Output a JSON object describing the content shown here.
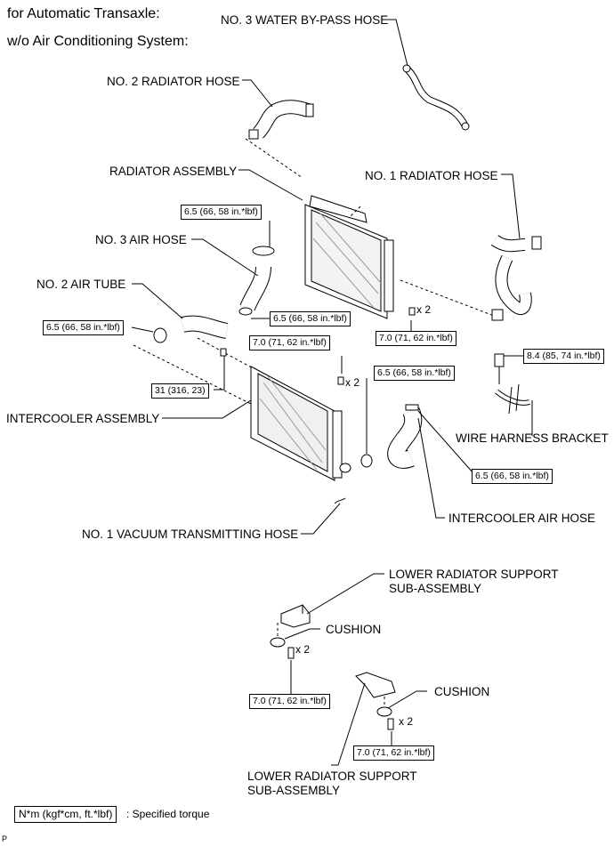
{
  "header": {
    "line1": "for Automatic Transaxle:",
    "line2": "w/o Air Conditioning System:"
  },
  "labels": {
    "no3_water_bypass_hose": "NO. 3 WATER BY-PASS HOSE",
    "no2_radiator_hose": "NO. 2 RADIATOR HOSE",
    "radiator_assembly": "RADIATOR ASSEMBLY",
    "no1_radiator_hose": "NO. 1 RADIATOR HOSE",
    "no3_air_hose": "NO. 3 AIR HOSE",
    "no2_air_tube": "NO. 2 AIR TUBE",
    "intercooler_assembly": "INTERCOOLER ASSEMBLY",
    "wire_harness_bracket": "WIRE HARNESS BRACKET",
    "intercooler_air_hose": "INTERCOOLER AIR HOSE",
    "no1_vacuum_transmitting_hose": "NO. 1 VACUUM TRANSMITTING HOSE",
    "lower_radiator_support_1_line1": "LOWER RADIATOR SUPPORT",
    "lower_radiator_support_1_line2": "SUB-ASSEMBLY",
    "cushion_1": "CUSHION",
    "cushion_2": "CUSHION",
    "lower_radiator_support_2_line1": "LOWER RADIATOR SUPPORT",
    "lower_radiator_support_2_line2": "SUB-ASSEMBLY"
  },
  "torques": {
    "t_no3_air_hose_upper": "6.5 (66, 58 in.*lbf)",
    "t_no3_air_hose_lower": "6.5 (66, 58 in.*lbf)",
    "t_no2_air_tube_left": "6.5 (66, 58 in.*lbf)",
    "t_radiator_bolt": "7.0 (71, 62 in.*lbf)",
    "t_intercooler_bolt": "7.0 (71, 62 in.*lbf)",
    "t_no2_air_tube_bolt": "31 (316, 23)",
    "t_intercooler_clamp": "6.5 (66, 58 in.*lbf)",
    "t_wire_harness_bracket": "8.4 (85, 74 in.*lbf)",
    "t_intercooler_air_hose": "6.5 (66, 58 in.*lbf)",
    "t_support_1": "7.0 (71, 62 in.*lbf)",
    "t_support_2": "7.0 (71, 62 in.*lbf)"
  },
  "counts": {
    "radiator_bolts": "x 2",
    "intercooler_bolts": "x 2",
    "support_1_bolts": "x 2",
    "support_2_bolts": "x 2"
  },
  "legend": {
    "unit": "N*m (kgf*cm, ft.*lbf)",
    "text": ": Specified torque"
  },
  "corner_code": "P"
}
